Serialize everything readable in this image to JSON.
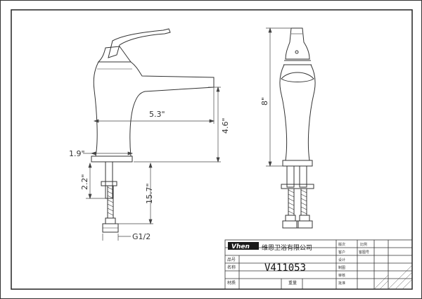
{
  "dimensions": {
    "spout_reach": "5.3\"",
    "spout_height": "4.6\"",
    "base_width": "1.9\"",
    "shank_length": "2.2\"",
    "hose_length": "15.7\"",
    "connector": "G1/2",
    "total_height": "8\""
  },
  "title_block": {
    "logo": "Vhen",
    "company": "维恩卫浴有限公司",
    "model": "V411053",
    "left_labels": [
      "品号",
      "名称",
      "材质"
    ],
    "bottom_label": "重量",
    "right_labels": [
      "版次",
      "客户",
      "设计",
      "制图",
      "审核",
      "批准"
    ],
    "right_labels_b": [
      "比例",
      "客图号"
    ]
  }
}
